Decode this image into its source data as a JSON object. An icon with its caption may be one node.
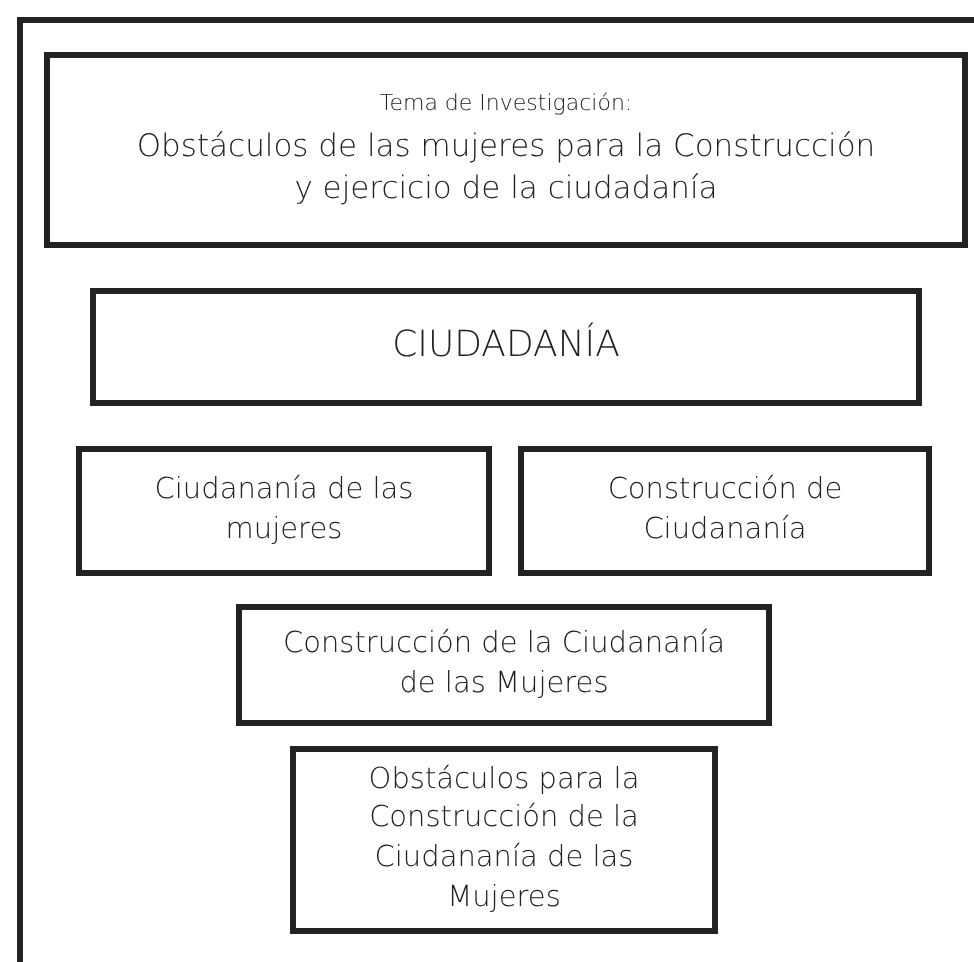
{
  "diagram": {
    "nodes": [
      {
        "text": [
          "Tema de Investigación:",
          "Obstáculos de las mujeres para la Construcción y ejercicio de la ciudadanía"
        ]
      },
      {
        "text": [
          "CIUDADANÍA"
        ]
      },
      {
        "text": [
          "Ciudananía de las mujeres"
        ]
      },
      {
        "text": [
          "Construcción de Ciudananía"
        ]
      },
      {
        "text": [
          "Construcción de la Ciudananía de las Mujeres"
        ]
      },
      {
        "text": [
          "Obstáculos para la Construcción de la Ciudananía de las Mujeres"
        ]
      }
    ]
  }
}
